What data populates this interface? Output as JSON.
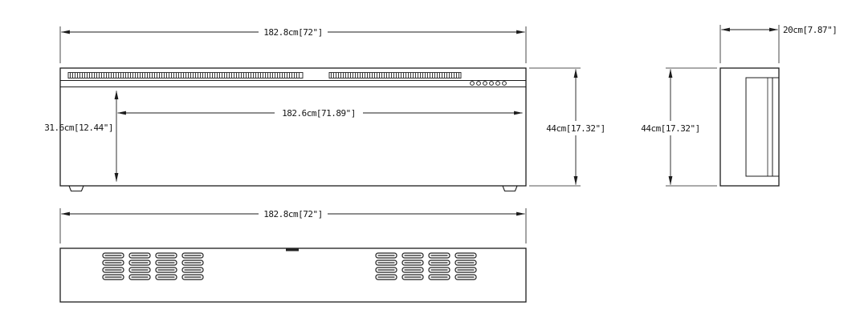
{
  "drawing": {
    "title": "fireplace-dimension-drawing",
    "front": {
      "overall_width": "182.8cm[72\"]",
      "inner_width": "182.6cm[71.89\"]",
      "opening_height": "31.6cm[12.44\"]",
      "overall_height": "44cm[17.32\"]"
    },
    "side": {
      "depth": "20cm[7.87\"]",
      "overall_height": "44cm[17.32\"]"
    },
    "bottom": {
      "overall_width": "182.8cm[72\"]"
    },
    "colors": {
      "line": "#1c1c1c",
      "background": "#ffffff"
    }
  }
}
